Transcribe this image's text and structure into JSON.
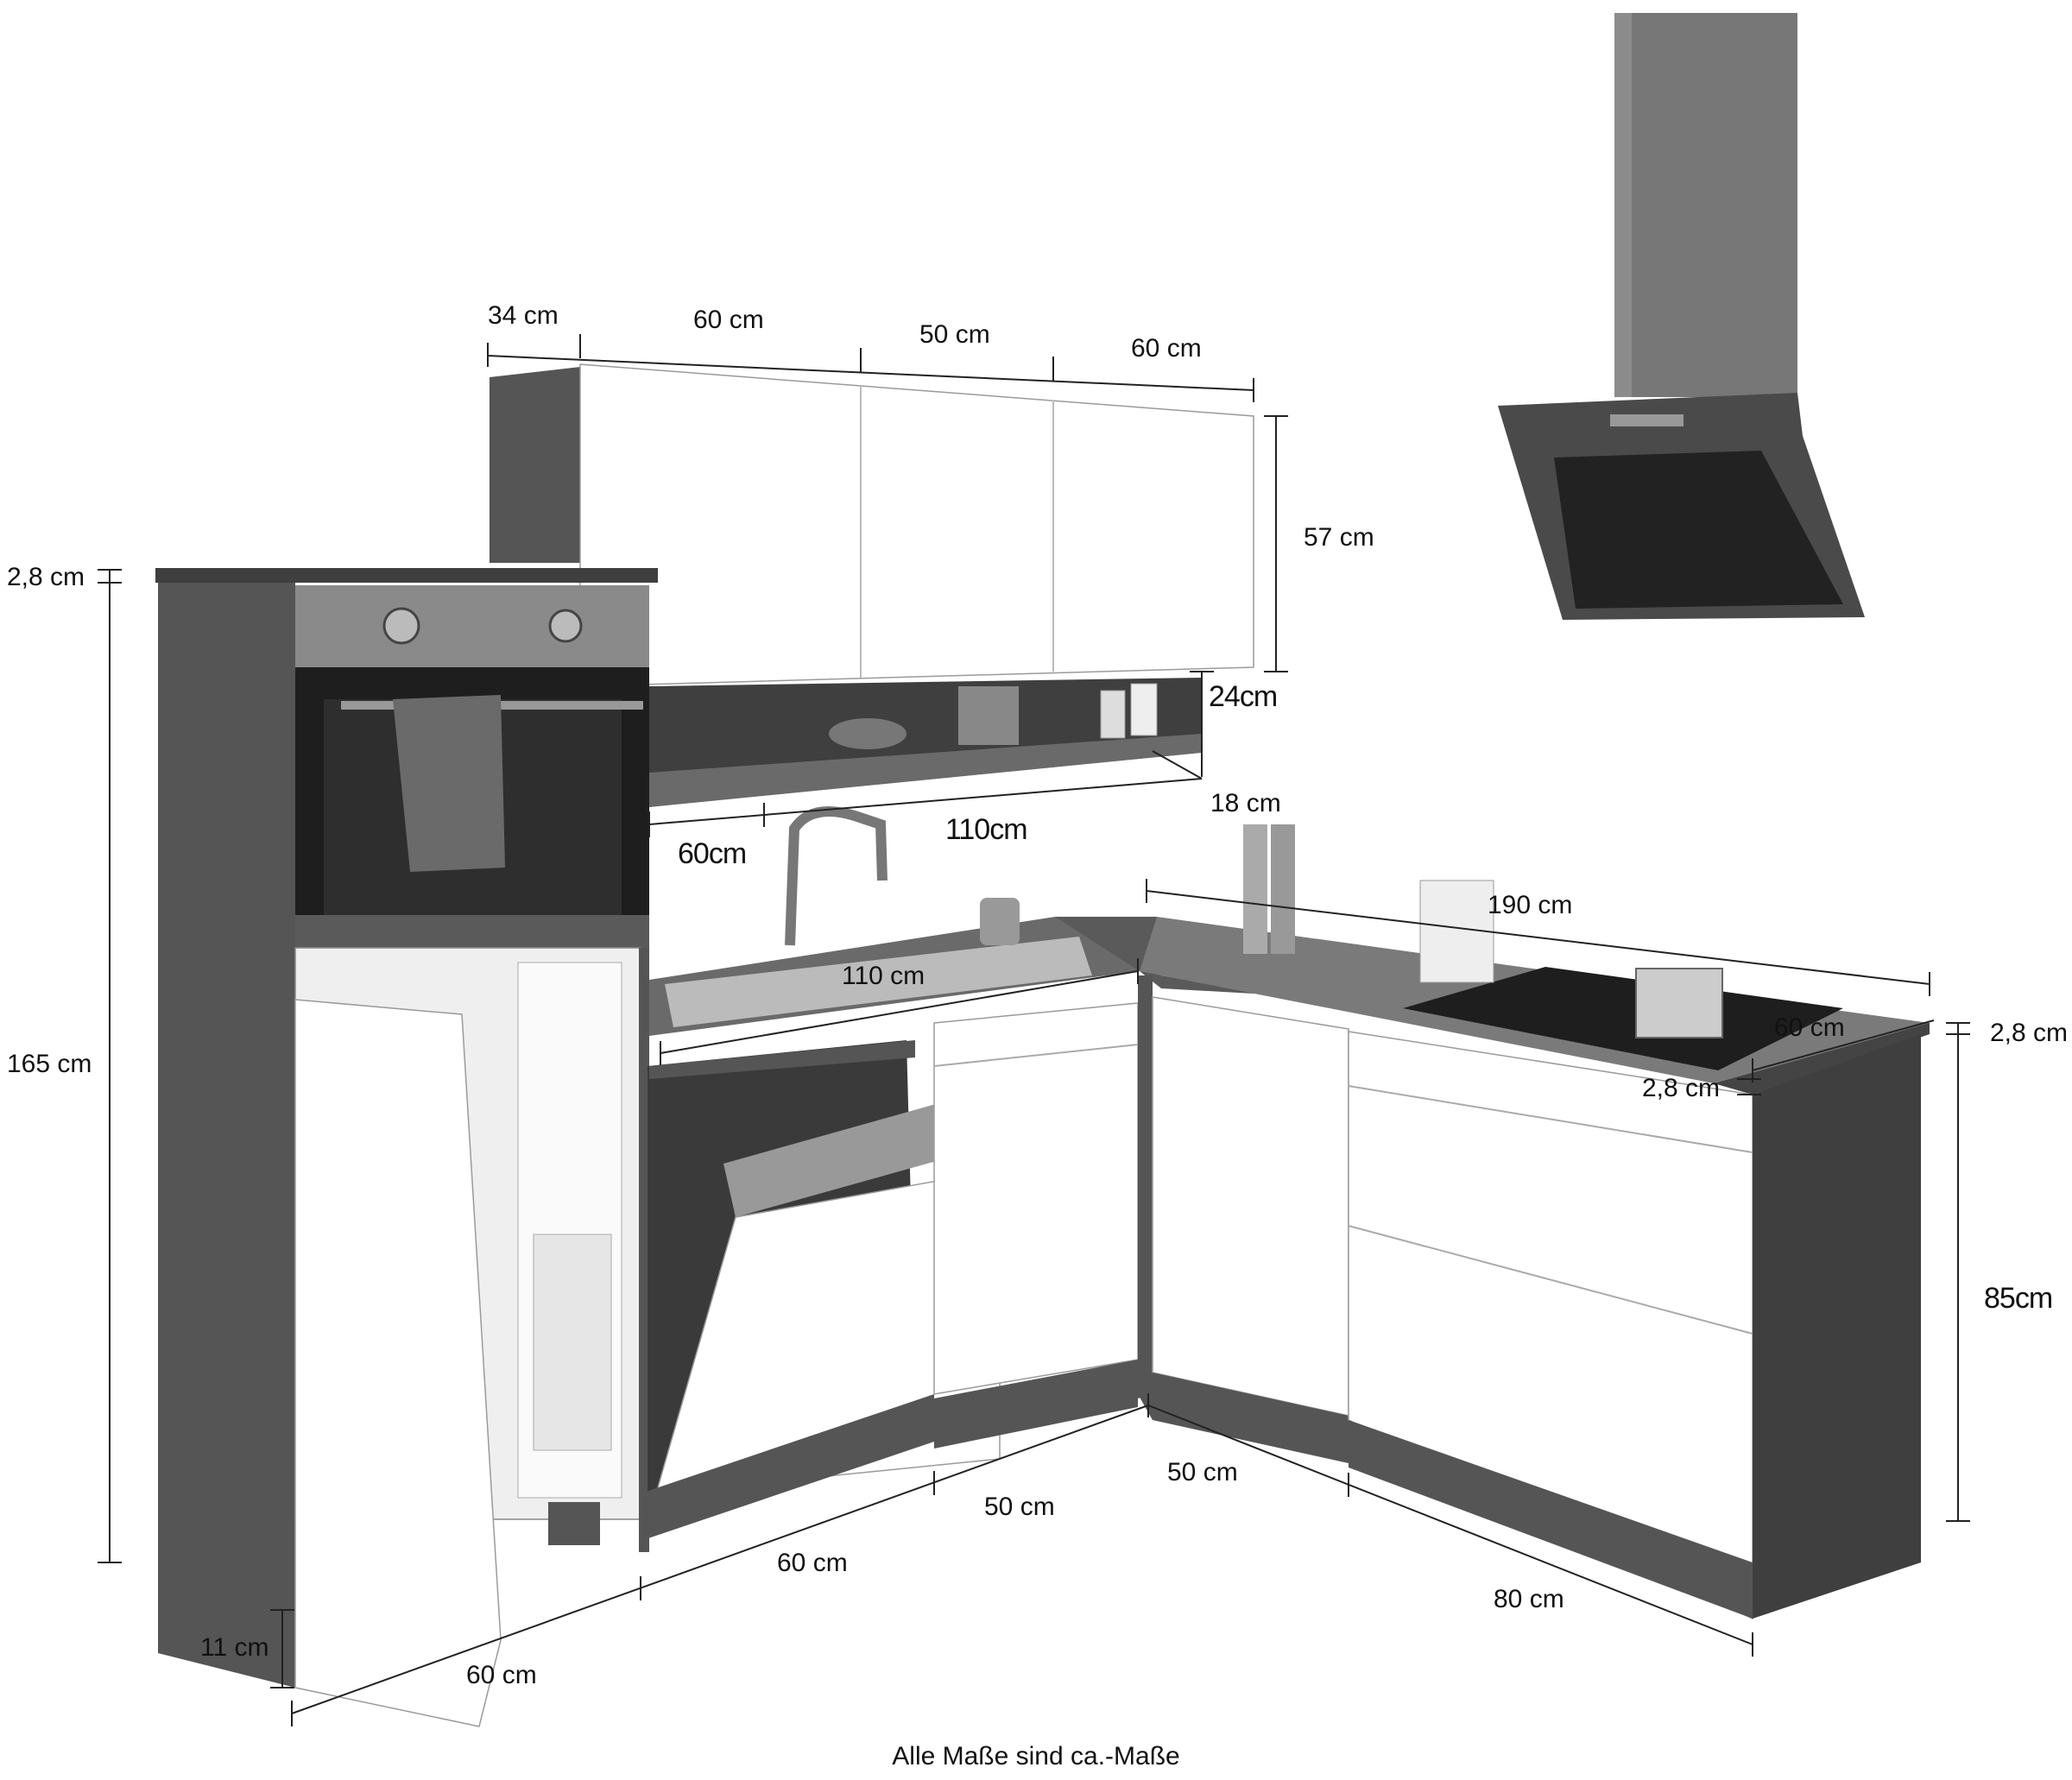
{
  "dimensions": {
    "wall_cabinet_depth": "34 cm",
    "wall_cabinet_1_width": "60 cm",
    "wall_cabinet_2_width": "50 cm",
    "wall_cabinet_3_width": "60 cm",
    "wall_cabinet_height": "57 cm",
    "shelf_height": "24cm",
    "shelf_depth": "18 cm",
    "shelf_width": "110cm",
    "shelf_segment": "60cm",
    "worktop_top_thickness": "2,8 cm",
    "tall_cabinet_height": "165 cm",
    "plinth_height": "11 cm",
    "sink_worktop_length": "110 cm",
    "corner_worktop_length": "190 cm",
    "worktop_depth": "60 cm",
    "worktop_thickness_right": "2,8 cm",
    "worktop_overhang": "2,8 cm",
    "base_cabinet_height": "85cm",
    "tall_cabinet_width": "60 cm",
    "dishwasher_width": "60 cm",
    "sink_cabinet_width": "50 cm",
    "corner_cabinet_width": "50 cm",
    "drawer_cabinet_width": "80 cm"
  },
  "caption": "Alle Maße sind ca.-Maße"
}
